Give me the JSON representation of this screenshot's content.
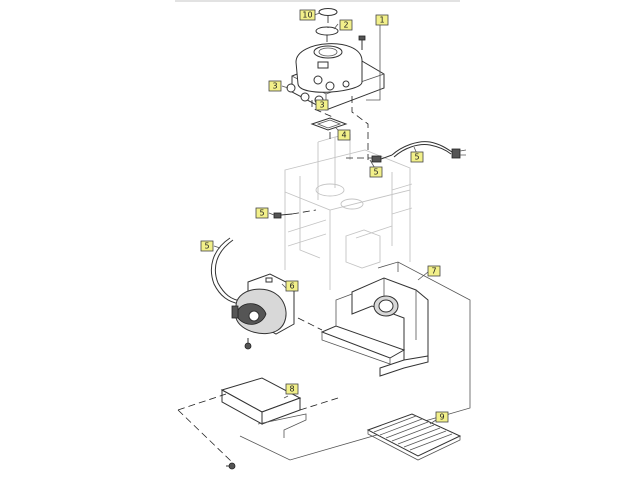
{
  "diagram": {
    "callout_fill": "#f2f08a",
    "callouts": [
      {
        "id": "c1",
        "label": "1"
      },
      {
        "id": "c2",
        "label": "2"
      },
      {
        "id": "c3a",
        "label": "3"
      },
      {
        "id": "c3b",
        "label": "3"
      },
      {
        "id": "c4",
        "label": "4"
      },
      {
        "id": "c5a",
        "label": "5"
      },
      {
        "id": "c5b",
        "label": "5"
      },
      {
        "id": "c5c",
        "label": "5"
      },
      {
        "id": "c5d",
        "label": "5"
      },
      {
        "id": "c6",
        "label": "6"
      },
      {
        "id": "c7",
        "label": "7"
      },
      {
        "id": "c8",
        "label": "8"
      },
      {
        "id": "c9",
        "label": "9"
      },
      {
        "id": "c10",
        "label": "10"
      }
    ]
  }
}
